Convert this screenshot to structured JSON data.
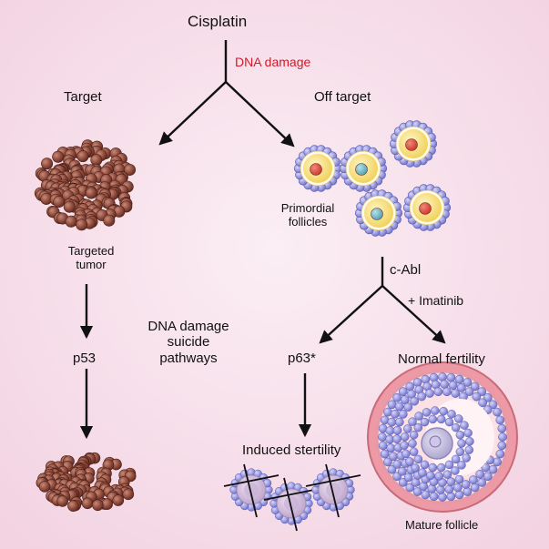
{
  "labels": {
    "cisplatin": "Cisplatin",
    "dna_damage": "DNA damage",
    "target": "Target",
    "off_target": "Off target",
    "targeted_tumor_line1": "Targeted",
    "targeted_tumor_line2": "tumor",
    "primordial_line1": "Primordial",
    "primordial_line2": "follicles",
    "c_abl": "c-Abl",
    "imatinib": "+ Imatinib",
    "suicide_line1": "DNA damage",
    "suicide_line2": "suicide",
    "suicide_line3": "pathways",
    "p53": "p53",
    "p63": "p63*",
    "normal_fertility": "Normal fertility",
    "induced_sterility": "Induced stertility",
    "mature_follicle": "Mature follicle"
  },
  "colors": {
    "background": "#f7dde9",
    "accent_red": "#d11a2a",
    "tumor_cell": "#8b4a3c",
    "granulosa": "#8f8fd8",
    "oocyte_yolk": "#f4d35e"
  }
}
